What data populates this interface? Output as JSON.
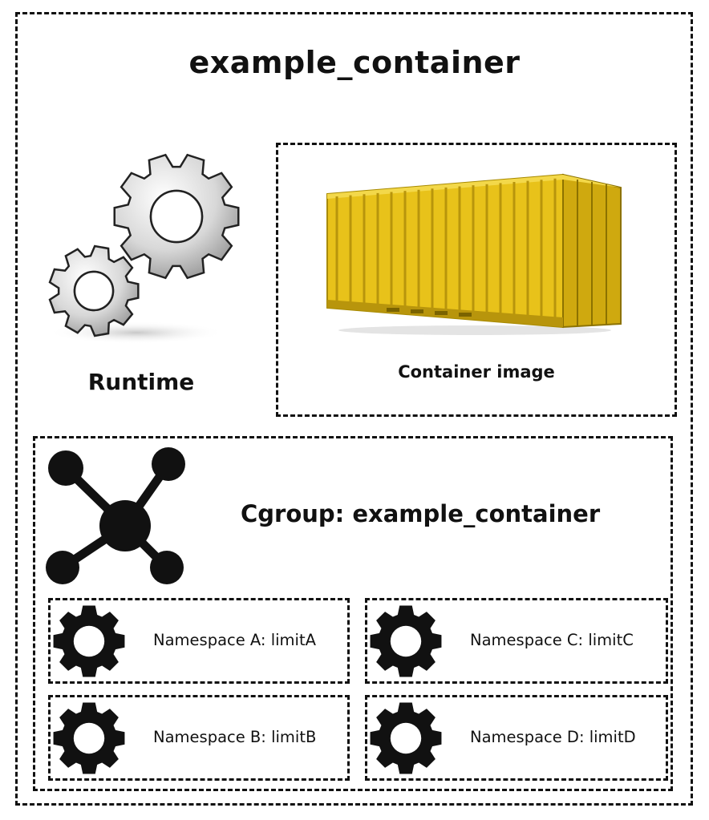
{
  "title": "example_container",
  "runtime": {
    "label": "Runtime",
    "icon": "gears-icon"
  },
  "image": {
    "label": "Container image",
    "icon": "shipping-container-icon",
    "color": "#e8c21a"
  },
  "cgroup": {
    "label": "Cgroup: example_container",
    "icon": "network-hub-icon",
    "namespaces": [
      {
        "id": "a",
        "label": "Namespace A: limitA",
        "icon": "gear-icon"
      },
      {
        "id": "b",
        "label": "Namespace B: limitB",
        "icon": "gear-icon"
      },
      {
        "id": "c",
        "label": "Namespace C: limitC",
        "icon": "gear-icon"
      },
      {
        "id": "d",
        "label": "Namespace D: limitD",
        "icon": "gear-icon"
      }
    ]
  }
}
